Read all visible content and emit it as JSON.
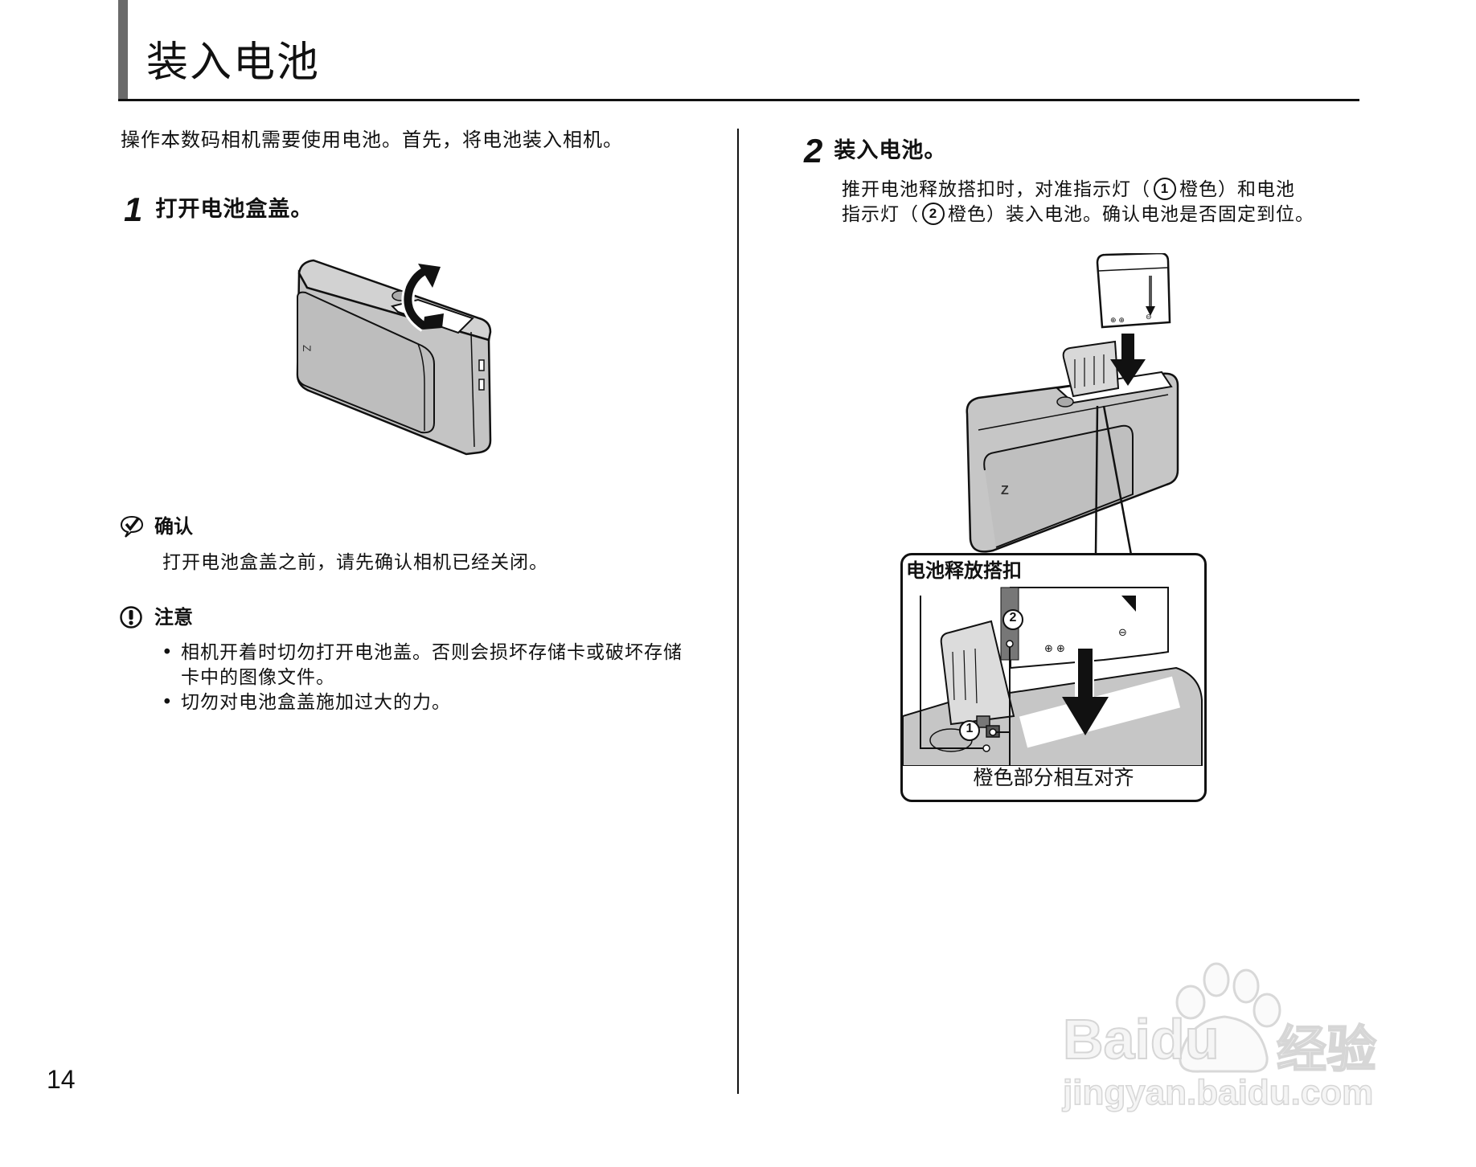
{
  "page": {
    "title": "装入电池",
    "intro": "操作本数码相机需要使用电池。首先，将电池装入相机。",
    "page_number": "14"
  },
  "step1": {
    "number": "1",
    "title": "打开电池盒盖。",
    "illustration_icon": "camera-open-cover-icon"
  },
  "check_note": {
    "icon": "check-speech-icon",
    "heading": "确认",
    "body": "打开电池盒盖之前，请先确认相机已经关闭。"
  },
  "caution_note": {
    "icon": "exclamation-circle-icon",
    "heading": "注意",
    "bullets": [
      "相机开着时切勿打开电池盖。否则会损坏存储卡或破坏存储卡中的图像文件。",
      "切勿对电池盒盖施加过大的力。"
    ]
  },
  "step2": {
    "number": "2",
    "title": "装入电池。",
    "body_line1_pre": "推开电池释放搭扣时，对准指示灯（",
    "marker1": "1",
    "body_line1_post": "橙色）和电池",
    "body_line2_pre": "指示灯（",
    "marker2": "2",
    "body_line2_post": "橙色）装入电池。确认电池是否固定到位。",
    "illustration_icon": "battery-insert-icon",
    "callout": {
      "top_label": "电池释放搭扣",
      "bottom_label": "橙色部分相互对齐",
      "marker1": "1",
      "marker2": "2"
    }
  },
  "watermark": {
    "brand": "Baidu",
    "brand_cn": "经验",
    "url": "jingyan.baidu.com"
  },
  "colors": {
    "text": "#111111",
    "title_bar": "#6a6a6a",
    "camera_body": "#c8c8c8",
    "camera_dark": "#8a8a8a",
    "watermark": "#e6e6e6"
  }
}
